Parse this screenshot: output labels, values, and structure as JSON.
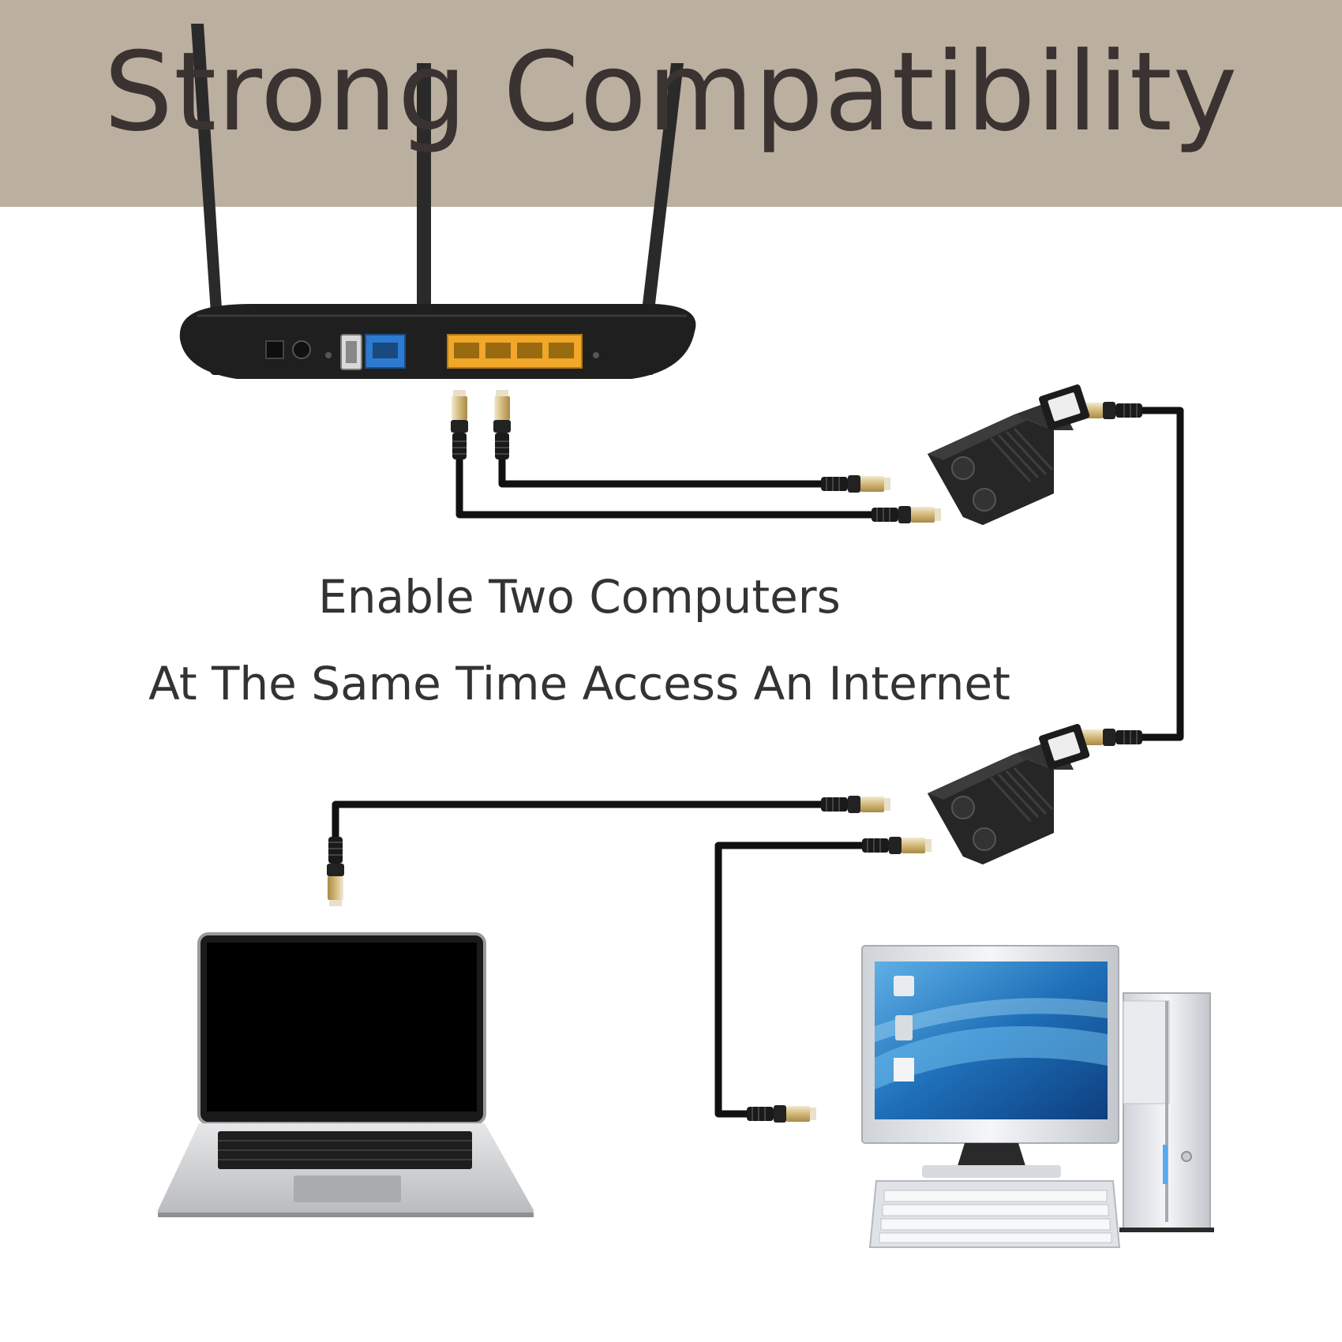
{
  "title": "Strong Compatibility",
  "caption": {
    "line1": "Enable Two Computers",
    "line2": "At The Same Time Access An Internet"
  },
  "colors": {
    "banner": "#bbafa0",
    "title_text": "#3a3331",
    "cable": "#111111",
    "router_body": "#1e1e1e",
    "wan_port": "#2d7bd0",
    "lan_ports": "#f0a72a",
    "connector_gold": "#c8a860",
    "monitor_screen": "#1e6fb8"
  },
  "devices": {
    "router": "wifi-router",
    "splitter_top": "rj45-splitter",
    "splitter_bottom": "rj45-splitter",
    "laptop": "laptop",
    "desktop": "desktop-computer"
  }
}
